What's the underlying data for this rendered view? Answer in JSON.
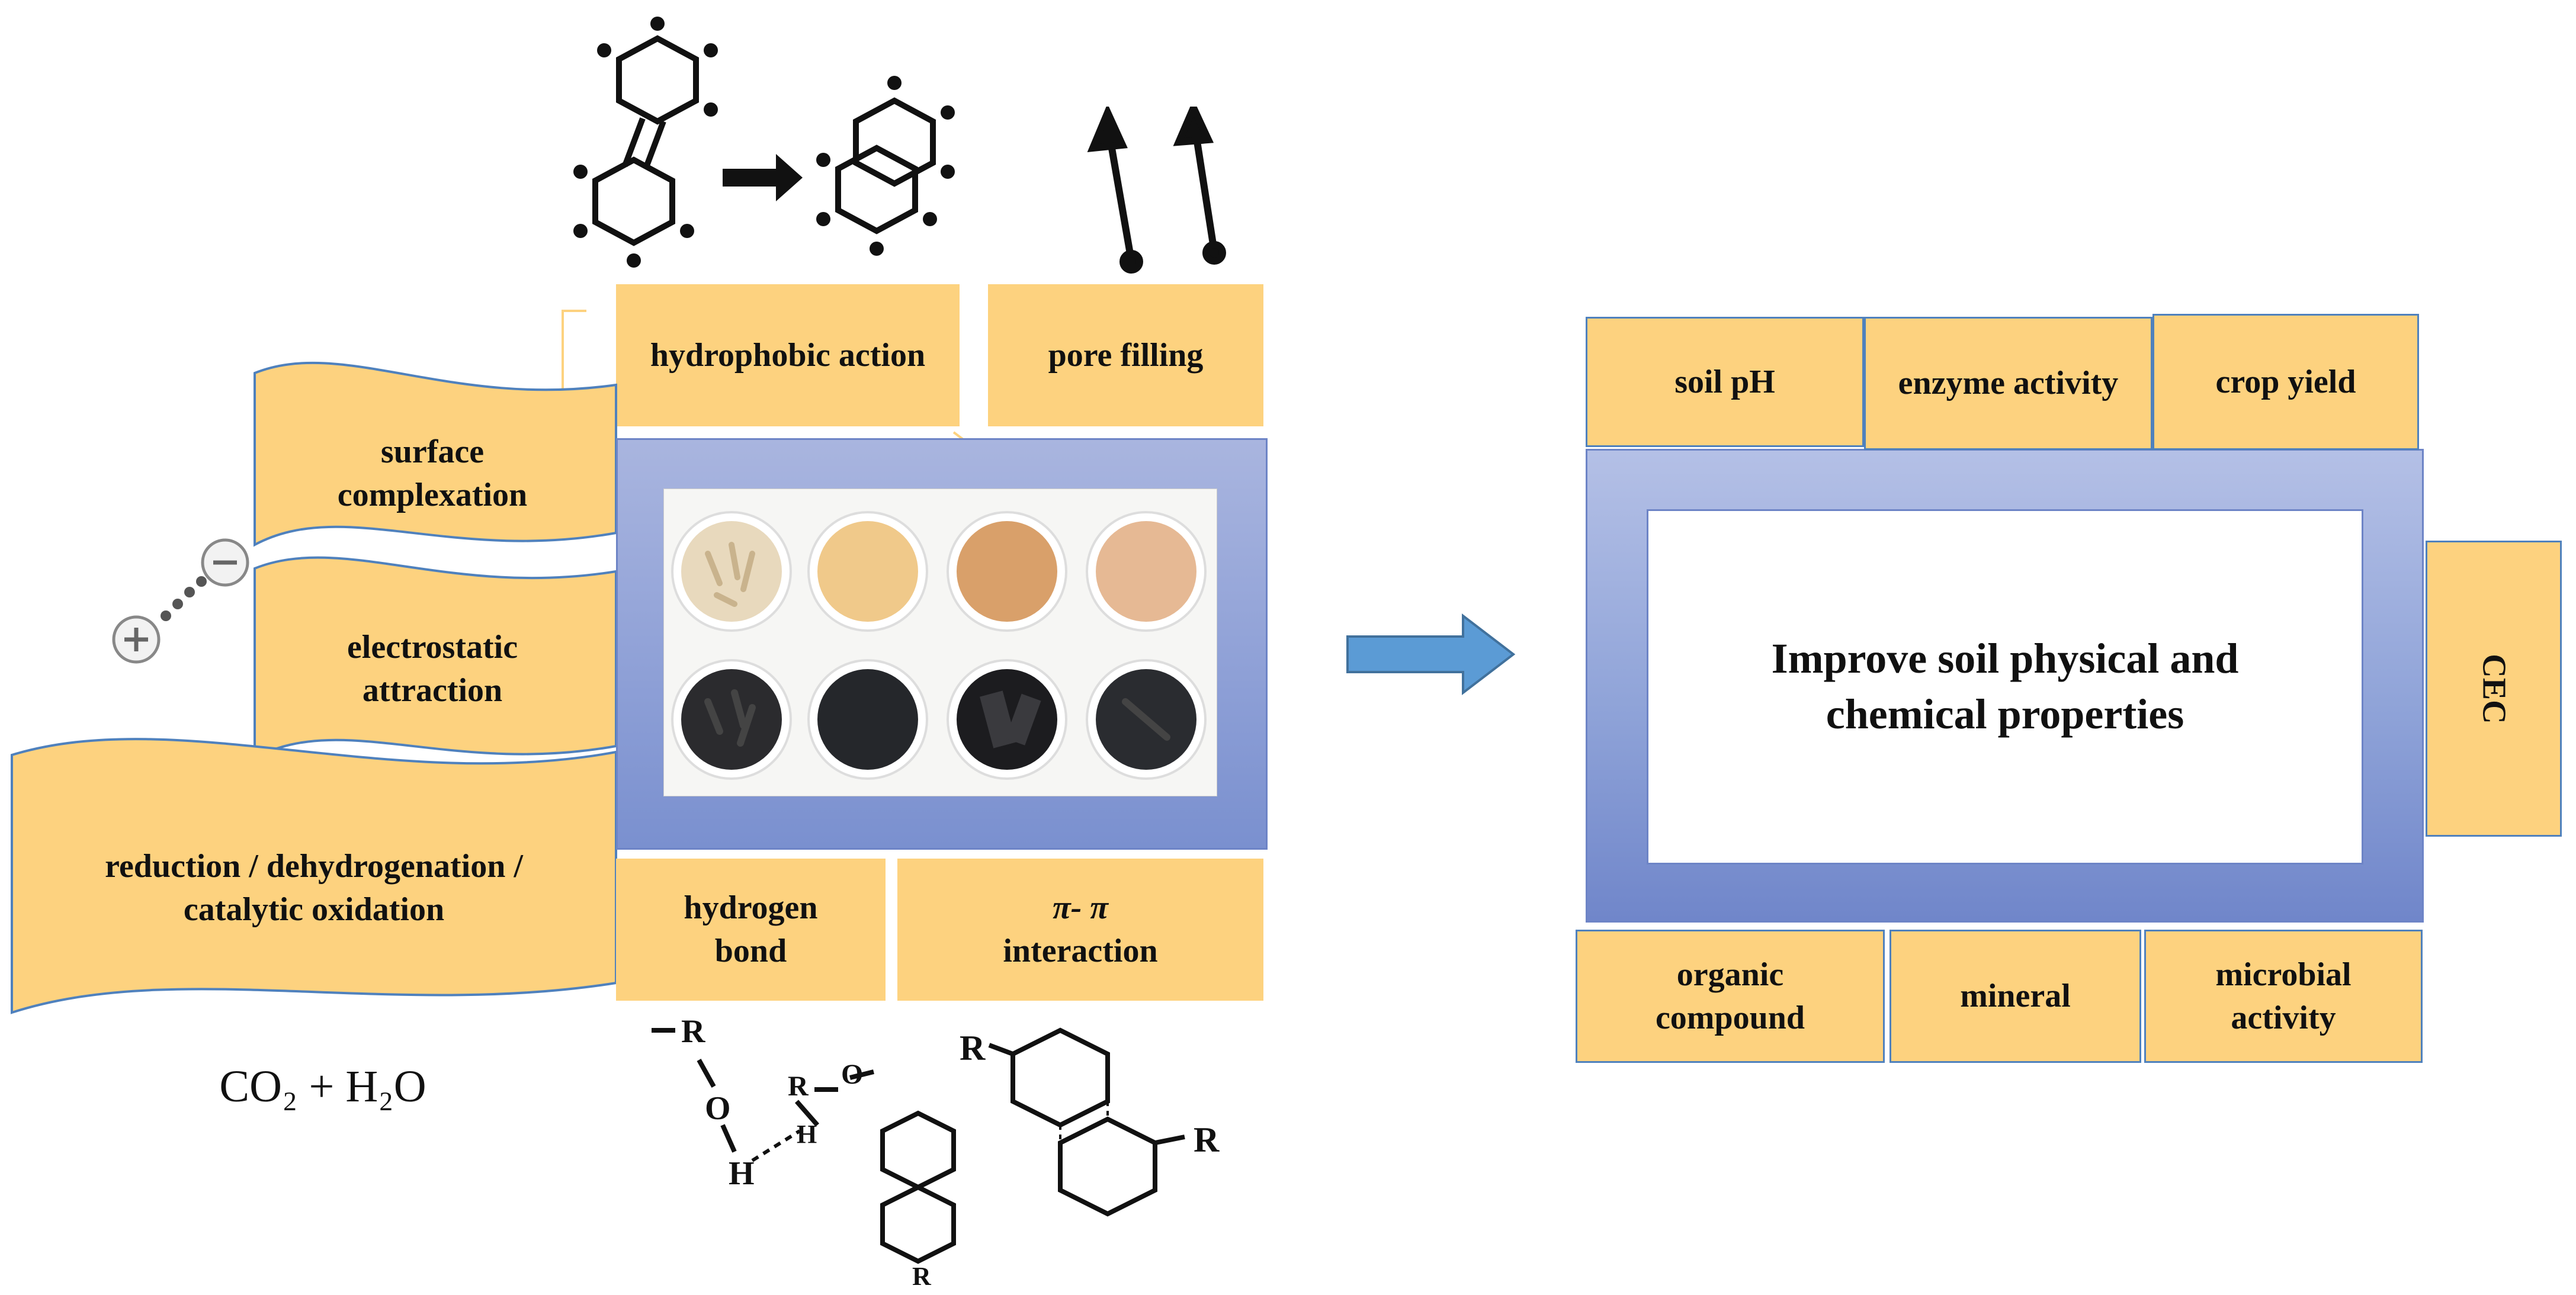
{
  "left": {
    "mechanisms": {
      "hydrophobic": "hydrophobic action",
      "pore_filling": "pore filling",
      "surface_line1": "surface",
      "surface_line2": "complexation",
      "electro_line1": "electrostatic",
      "electro_line2": "attraction",
      "redox_line1": "reduction / dehydrogenation /",
      "redox_line2": "catalytic oxidation",
      "hbond_line1": "hydrogen",
      "hbond_line2": "bond",
      "pipi_line1": "π- π",
      "pipi_line2": "interaction"
    },
    "products": "CO₂ + H₂O",
    "structure_labels": {
      "r": "R",
      "o": "O",
      "h": "H"
    }
  },
  "right": {
    "center_line1": "Improve soil physical and",
    "center_line2": "chemical properties",
    "top": [
      "soil pH",
      "enzyme activity",
      "crop yield"
    ],
    "side": "CEC",
    "bottom_line1": [
      "organic",
      "mineral",
      "microbial"
    ],
    "bottom_line2": [
      "compound",
      "",
      "activity"
    ]
  },
  "colors": {
    "box_fill": "#fdd27f",
    "frame_blue": "#8fa3d6",
    "arrow_blue": "#5b9bd5",
    "outline": "#4f81bd"
  }
}
